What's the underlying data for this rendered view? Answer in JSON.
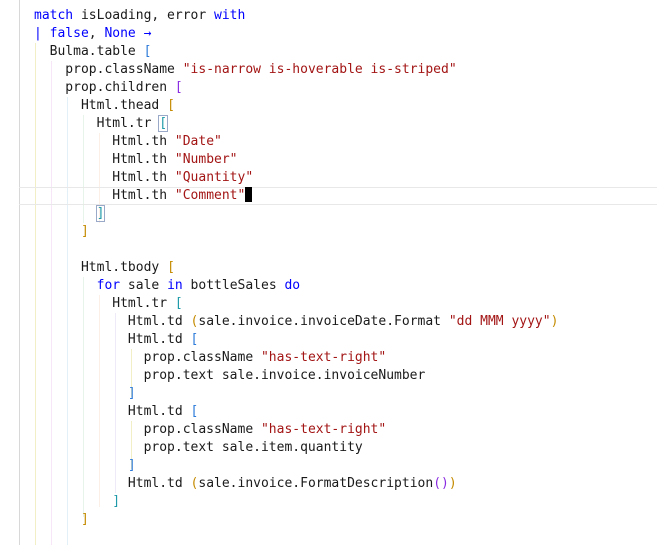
{
  "editor": {
    "lines": [
      [
        {
          "t": "match",
          "c": "kw"
        },
        {
          "t": " isLoading, error ",
          "c": "id"
        },
        {
          "t": "with",
          "c": "kw"
        }
      ],
      [
        {
          "t": "| ",
          "c": "kw"
        },
        {
          "t": "false",
          "c": "kw"
        },
        {
          "t": ", ",
          "c": "id"
        },
        {
          "t": "None",
          "c": "kw"
        },
        {
          "t": " →",
          "c": "kw"
        }
      ],
      [
        {
          "t": "  Bulma.table ",
          "c": "id"
        },
        {
          "t": "[",
          "c": "br-b"
        }
      ],
      [
        {
          "t": "    prop.className ",
          "c": "id"
        },
        {
          "t": "\"is-narrow is-hoverable is-striped\"",
          "c": "str"
        }
      ],
      [
        {
          "t": "    prop.children ",
          "c": "id"
        },
        {
          "t": "[",
          "c": "br-p"
        }
      ],
      [
        {
          "t": "      Html.thead ",
          "c": "id"
        },
        {
          "t": "[",
          "c": "br-y"
        }
      ],
      [
        {
          "t": "        Html.tr ",
          "c": "id"
        },
        {
          "t": "[",
          "c": "br-c box"
        }
      ],
      [
        {
          "t": "          Html.th ",
          "c": "id"
        },
        {
          "t": "\"Date\"",
          "c": "str"
        }
      ],
      [
        {
          "t": "          Html.th ",
          "c": "id"
        },
        {
          "t": "\"Number\"",
          "c": "str"
        }
      ],
      [
        {
          "t": "          Html.th ",
          "c": "id"
        },
        {
          "t": "\"Quantity\"",
          "c": "str"
        }
      ],
      [
        {
          "t": "          Html.th ",
          "c": "id"
        },
        {
          "t": "\"Comment\"",
          "c": "str"
        },
        {
          "t": "",
          "c": "caret"
        }
      ],
      [
        {
          "t": "        ",
          "c": "id"
        },
        {
          "t": "]",
          "c": "br-c box"
        }
      ],
      [
        {
          "t": "      ]",
          "c": "br-y"
        }
      ],
      [],
      [
        {
          "t": "      Html.tbody ",
          "c": "id"
        },
        {
          "t": "[",
          "c": "br-y"
        }
      ],
      [
        {
          "t": "        ",
          "c": "id"
        },
        {
          "t": "for",
          "c": "kw"
        },
        {
          "t": " sale ",
          "c": "id"
        },
        {
          "t": "in",
          "c": "kw"
        },
        {
          "t": " bottleSales ",
          "c": "id"
        },
        {
          "t": "do",
          "c": "kw"
        }
      ],
      [
        {
          "t": "          Html.tr ",
          "c": "id"
        },
        {
          "t": "[",
          "c": "br-c"
        }
      ],
      [
        {
          "t": "            Html.td ",
          "c": "id"
        },
        {
          "t": "(",
          "c": "br-y"
        },
        {
          "t": "sale.invoice.invoiceDate.Format ",
          "c": "id"
        },
        {
          "t": "\"dd MMM yyyy\"",
          "c": "str"
        },
        {
          "t": ")",
          "c": "br-y"
        }
      ],
      [
        {
          "t": "            Html.td ",
          "c": "id"
        },
        {
          "t": "[",
          "c": "br-b"
        }
      ],
      [
        {
          "t": "              prop.className ",
          "c": "id"
        },
        {
          "t": "\"has-text-right\"",
          "c": "str"
        }
      ],
      [
        {
          "t": "              prop.text sale.invoice.invoiceNumber",
          "c": "id"
        }
      ],
      [
        {
          "t": "            ]",
          "c": "br-b"
        }
      ],
      [
        {
          "t": "            Html.td ",
          "c": "id"
        },
        {
          "t": "[",
          "c": "br-b"
        }
      ],
      [
        {
          "t": "              prop.className ",
          "c": "id"
        },
        {
          "t": "\"has-text-right\"",
          "c": "str"
        }
      ],
      [
        {
          "t": "              prop.text sale.item.quantity",
          "c": "id"
        }
      ],
      [
        {
          "t": "            ]",
          "c": "br-b"
        }
      ],
      [
        {
          "t": "            Html.td ",
          "c": "id"
        },
        {
          "t": "(",
          "c": "br-y"
        },
        {
          "t": "sale.invoice.FormatDescription",
          "c": "id"
        },
        {
          "t": "()",
          "c": "br-p"
        },
        {
          "t": ")",
          "c": "br-y"
        }
      ],
      [
        {
          "t": "          ]",
          "c": "br-c"
        }
      ],
      [
        {
          "t": "      ]",
          "c": "br-y"
        }
      ]
    ],
    "colors": {
      "keyword": "#0000ff",
      "string": "#a31515",
      "bracket_blue": "#2b79d8",
      "bracket_gold": "#c48b00",
      "bracket_purple": "#8a2be2",
      "bracket_cyan": "#1e9aa8",
      "background": "#ffffff"
    }
  }
}
